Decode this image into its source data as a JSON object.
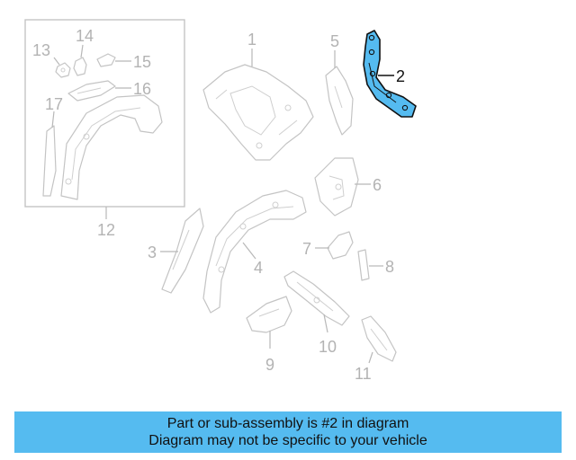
{
  "highlight_color": "#55bbf0",
  "banner": {
    "line1": "Part or sub-assembly is #2 in diagram",
    "line2": "Diagram may not be specific to your vehicle"
  },
  "callouts": {
    "c1": "1",
    "c2": "2",
    "c3": "3",
    "c4": "4",
    "c5": "5",
    "c6": "6",
    "c7": "7",
    "c8": "8",
    "c9": "9",
    "c10": "10",
    "c11": "11",
    "c12": "12",
    "c13": "13",
    "c14": "14",
    "c15": "15",
    "c16": "16",
    "c17": "17"
  }
}
